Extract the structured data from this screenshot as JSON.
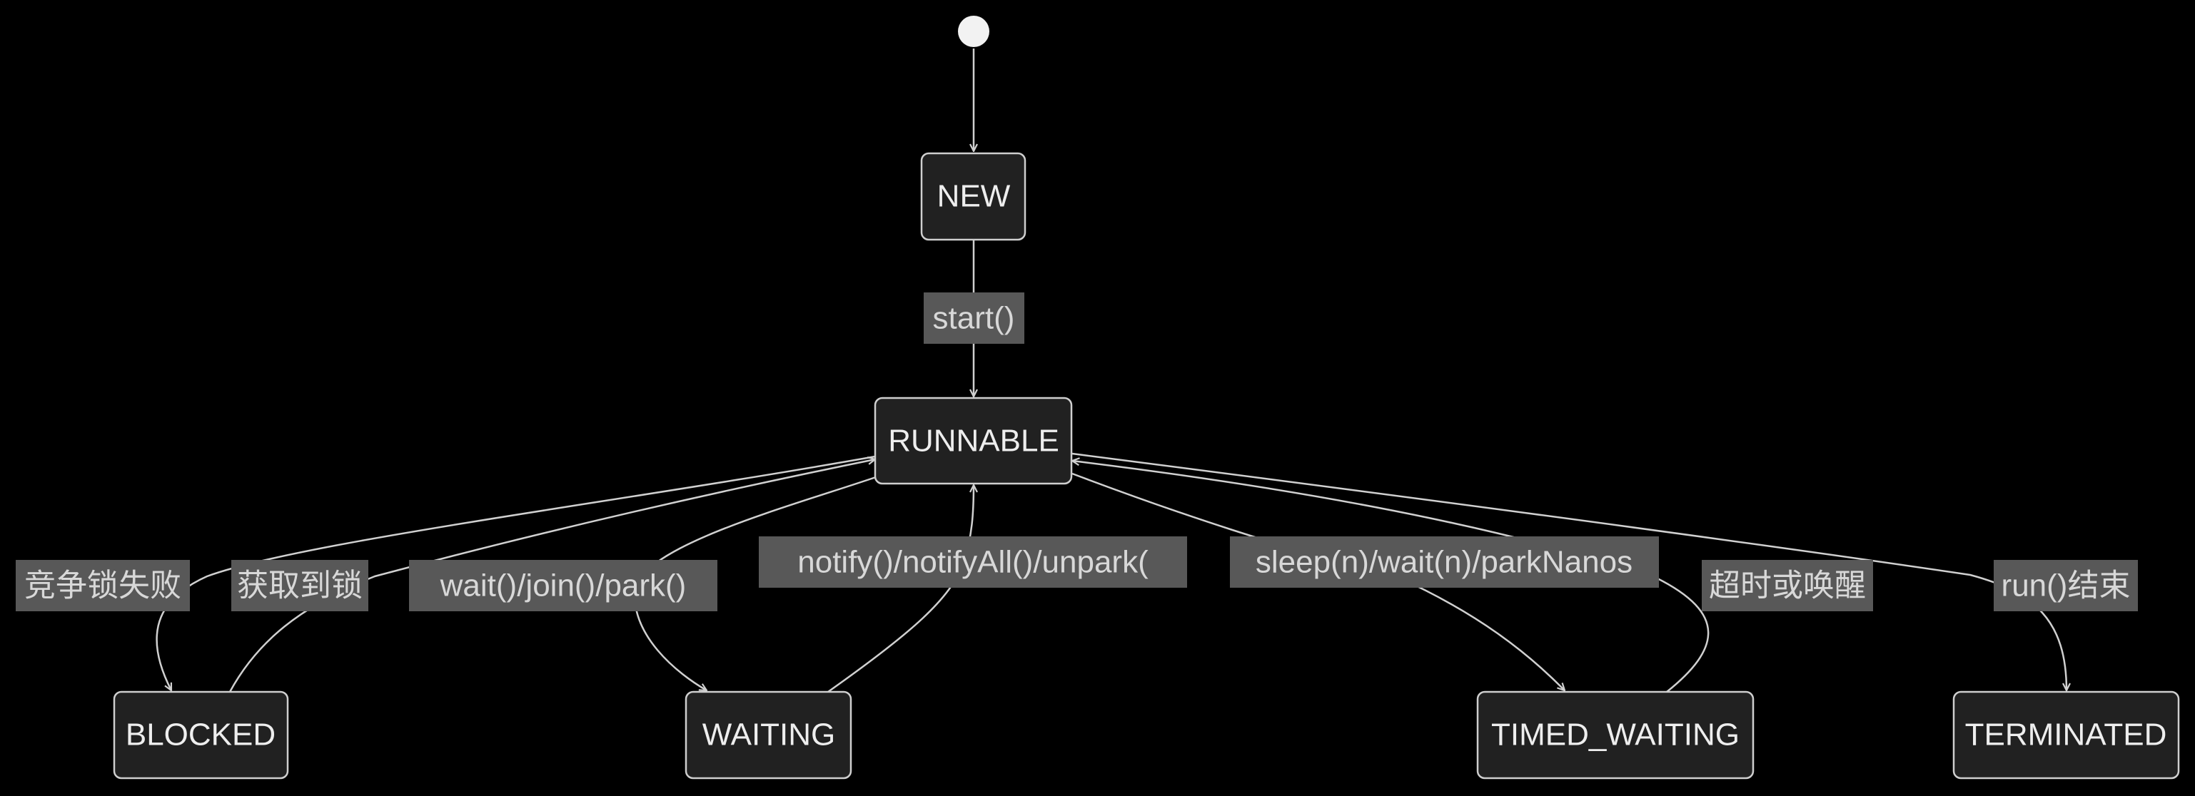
{
  "states": {
    "new": "NEW",
    "runnable": "RUNNABLE",
    "blocked": "BLOCKED",
    "waiting": "WAITING",
    "timed_waiting": "TIMED_WAITING",
    "terminated": "TERMINATED"
  },
  "transitions": {
    "start": "start()",
    "block": "竞争锁失败",
    "unblock": "获取到锁",
    "wait": "wait()/join()/park()",
    "notify": "notify()/notifyAll()/unpark(",
    "sleep": "sleep(n)/wait(n)/parkNanos",
    "timeout": "超时或唤醒",
    "terminate": "run()结束"
  },
  "colors": {
    "background": "#000000",
    "state_fill": "#212121",
    "state_border": "#cfcfcf",
    "edge": "#d0d0d0",
    "label_bg": "#585858"
  }
}
